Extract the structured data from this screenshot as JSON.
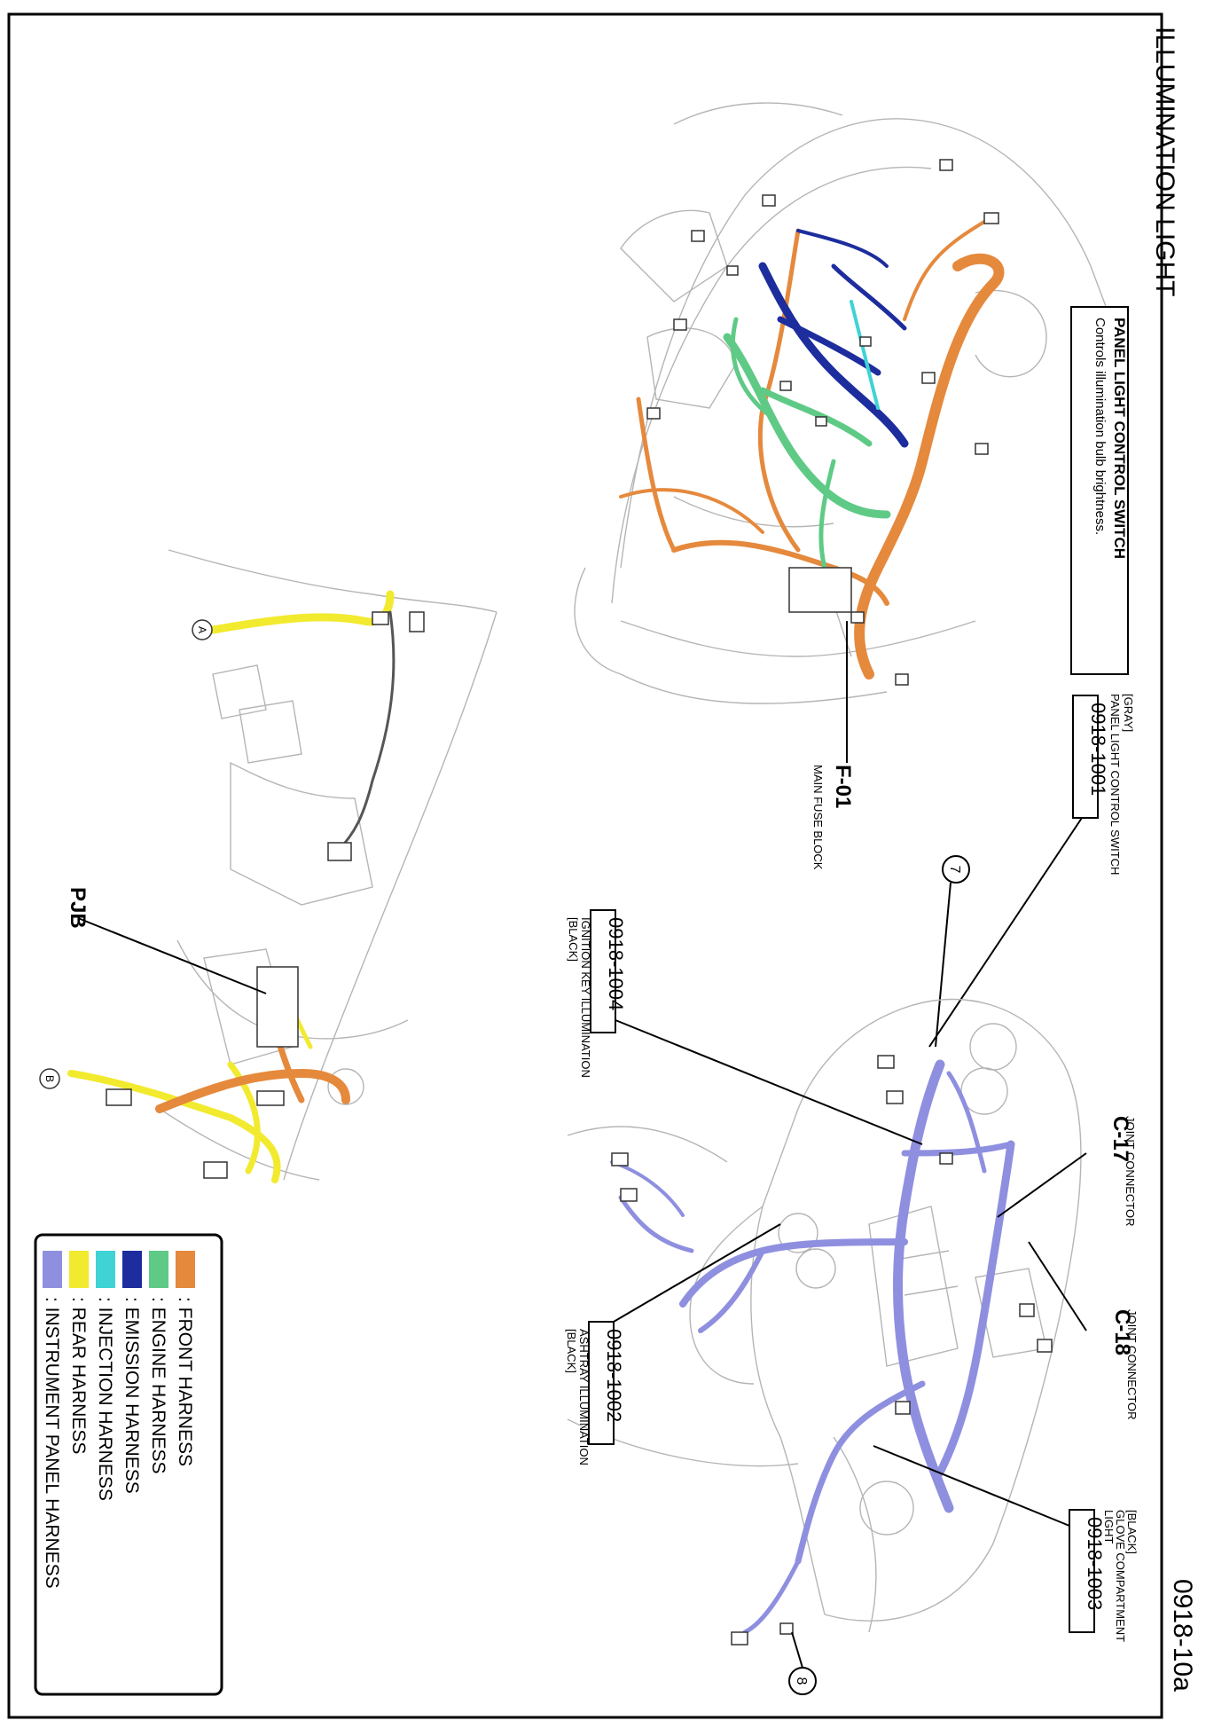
{
  "page": {
    "title": "ILLUMINATION LIGHT",
    "page_number": "0918-10a"
  },
  "callouts": {
    "panel_switch_note_title": "PANEL LIGHT CONTROL SWITCH",
    "panel_switch_note_body": "Controls illumination bulb brightness.",
    "c_1001_color": "[GRAY]",
    "c_1001_name": "PANEL LIGHT CONTROL SWITCH",
    "c_1001_id": "0918-1001",
    "f01_id": "F-01",
    "f01_name": "MAIN FUSE BLOCK",
    "c_1004_id": "0918-1004",
    "c_1004_name": "IGNITION KEY ILLUMINATION",
    "c_1004_color": "[BLACK]",
    "c17_label": "JOINT CONNECTOR",
    "c17_id": "C-17",
    "c18_label": "JOINT CONNECTOR",
    "c18_id": "C-18",
    "c_1002_id": "0918-1002",
    "c_1002_name": "ASHTRAY ILLUMINATION",
    "c_1002_color": "[BLACK]",
    "c_1003_color": "[BLACK]",
    "c_1003_name_1": "GLOVE COMPARTMENT",
    "c_1003_name_2": "LIGHT",
    "c_1003_id": "0918-1003",
    "pjb": "PJB",
    "circle_7": "7",
    "circle_8": "8",
    "circle_a": "A",
    "circle_b": "B"
  },
  "legend": {
    "items": [
      {
        "label": ": FRONT HARNESS",
        "color": "#e5893d"
      },
      {
        "label": ": ENGINE HARNESS",
        "color": "#5fca86"
      },
      {
        "label": ": EMISSION HARNESS",
        "color": "#1d2d9e"
      },
      {
        "label": ": INJECTION HARNESS",
        "color": "#3fd3d6"
      },
      {
        "label": ": REAR HARNESS",
        "color": "#f2ea2e"
      },
      {
        "label": ": INSTRUMENT PANEL HARNESS",
        "color": "#8f8fe0"
      }
    ]
  }
}
